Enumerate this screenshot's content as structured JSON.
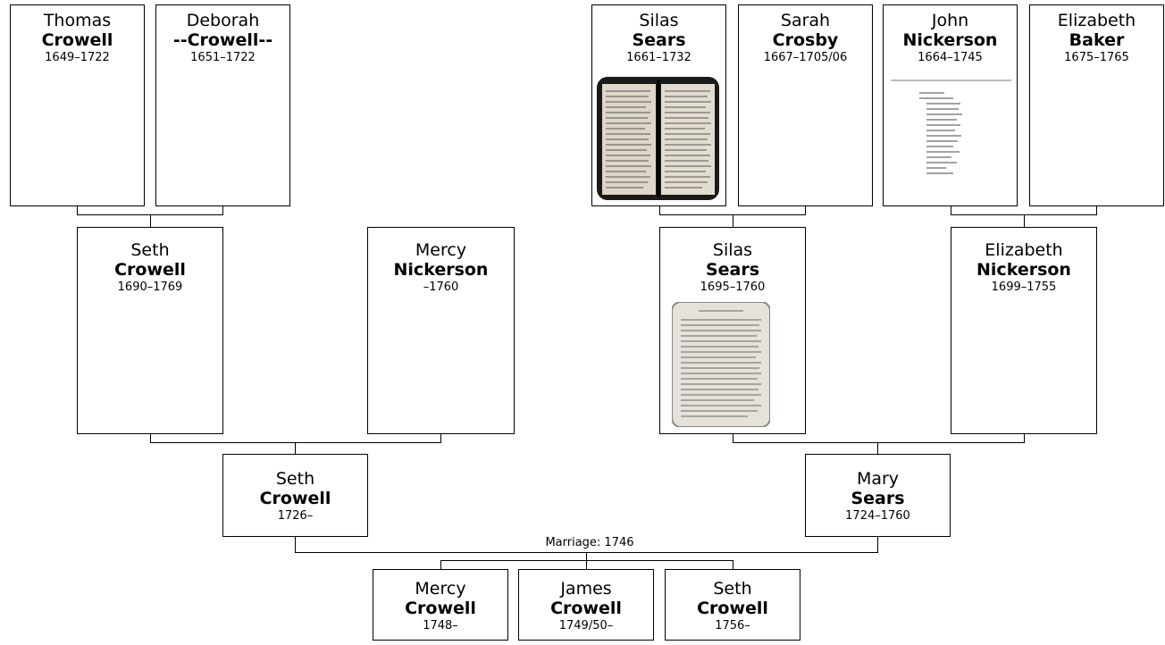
{
  "people": {
    "thomas_crowell": {
      "given": "Thomas",
      "surname": "Crowell",
      "dates": "1649–1722"
    },
    "deborah_crowell": {
      "given": "Deborah",
      "surname": "--Crowell--",
      "dates": "1651–1722"
    },
    "silas_sears_sr": {
      "given": "Silas",
      "surname": "Sears",
      "dates": "1661–1732"
    },
    "sarah_crosby": {
      "given": "Sarah",
      "surname": "Crosby",
      "dates": "1667–1705/06"
    },
    "john_nickerson": {
      "given": "John",
      "surname": "Nickerson",
      "dates": "1664–1745"
    },
    "elizabeth_baker": {
      "given": "Elizabeth",
      "surname": "Baker",
      "dates": "1675–1765"
    },
    "seth_crowell_sr": {
      "given": "Seth",
      "surname": "Crowell",
      "dates": "1690–1769"
    },
    "mercy_nickerson": {
      "given": "Mercy",
      "surname": "Nickerson",
      "dates": "–1760"
    },
    "silas_sears_jr": {
      "given": "Silas",
      "surname": "Sears",
      "dates": "1695–1760"
    },
    "elizabeth_nickerson": {
      "given": "Elizabeth",
      "surname": "Nickerson",
      "dates": "1699–1755"
    },
    "seth_crowell_jr": {
      "given": "Seth",
      "surname": "Crowell",
      "dates": "1726–"
    },
    "mary_sears": {
      "given": "Mary",
      "surname": "Sears",
      "dates": "1724–1760"
    },
    "mercy_crowell": {
      "given": "Mercy",
      "surname": "Crowell",
      "dates": "1748–"
    },
    "james_crowell": {
      "given": "James",
      "surname": "Crowell",
      "dates": "1749/50–"
    },
    "seth_crowell_child": {
      "given": "Seth",
      "surname": "Crowell",
      "dates": "1756–"
    }
  },
  "marriage": {
    "label": "Marriage: 1746"
  }
}
